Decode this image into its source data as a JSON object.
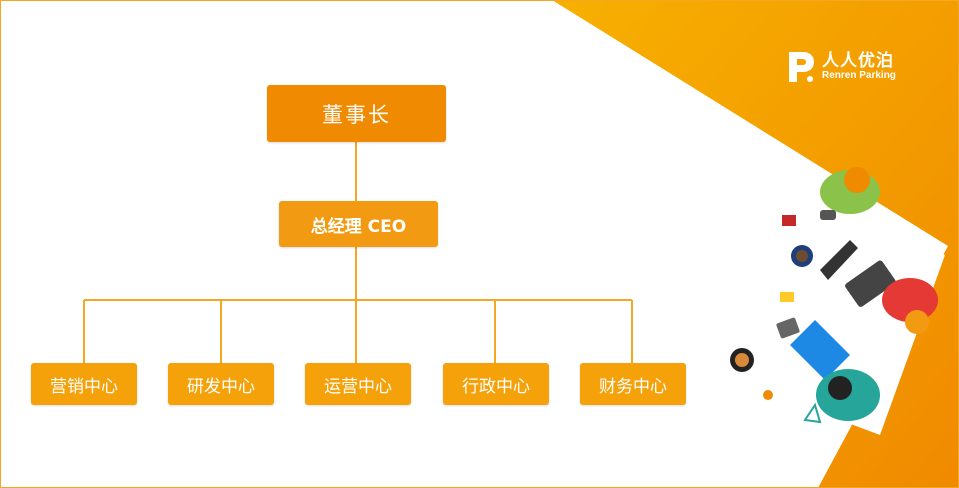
{
  "brand": {
    "name_cn": "人人优泊",
    "name_en": "Renren Parking",
    "accent": "#f5a10a",
    "accent_dark": "#f08a00"
  },
  "org_chart": {
    "chairman": "董事长",
    "ceo": "总经理 CEO",
    "departments": [
      "营销中心",
      "研发中心",
      "运营中心",
      "行政中心",
      "财务中心"
    ]
  }
}
